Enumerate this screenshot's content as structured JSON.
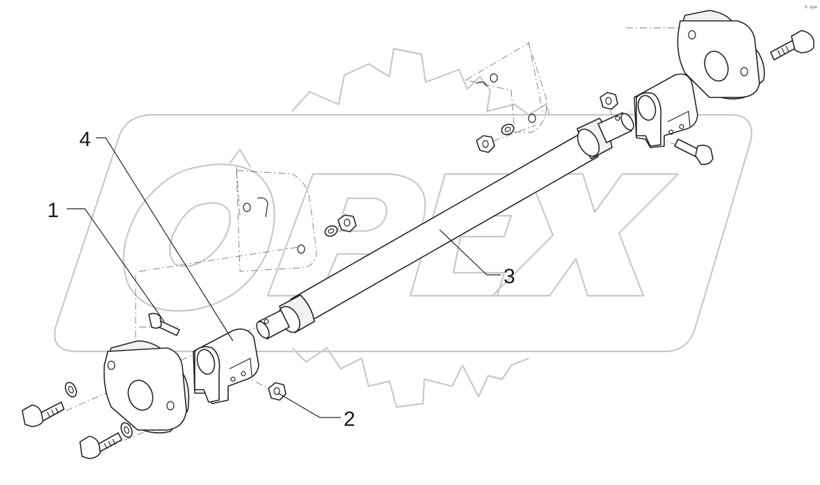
{
  "watermark": {
    "logo_text": "OPEX"
  },
  "corner_mark": "© ope",
  "callouts": [
    {
      "id": "1",
      "label": "1"
    },
    {
      "id": "2",
      "label": "2"
    },
    {
      "id": "3",
      "label": "3"
    },
    {
      "id": "4",
      "label": "4"
    }
  ],
  "colors": {
    "line": "#222222",
    "watermark": "#c8c8c8",
    "background": "#ffffff"
  }
}
